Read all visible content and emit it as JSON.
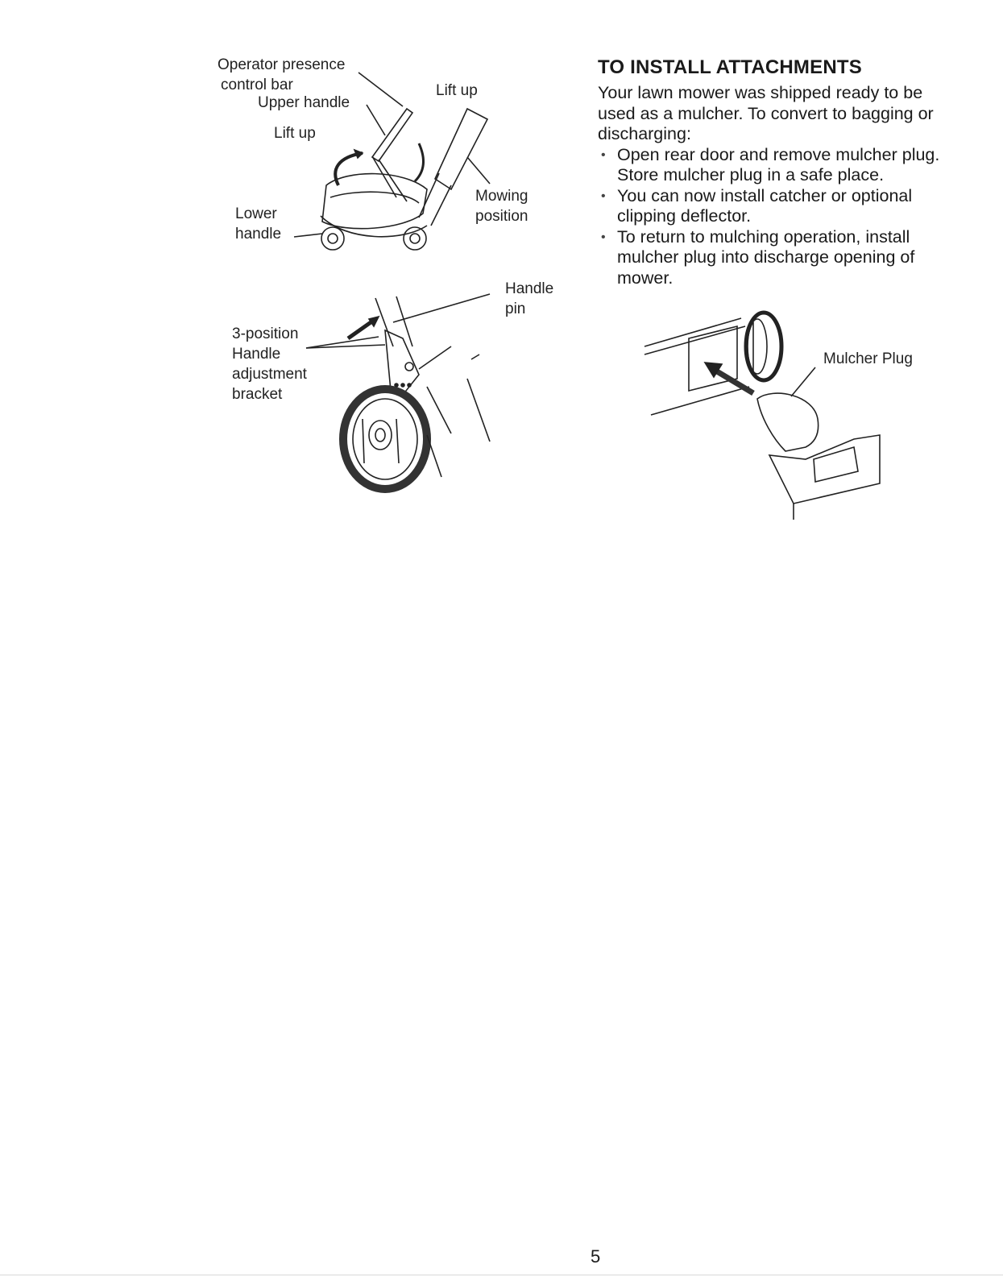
{
  "figure_handle": {
    "labels": {
      "operator_presence": "Operator presence",
      "control_bar": "control bar",
      "upper_handle": "Upper handle",
      "lift_up_left": "Lift up",
      "lift_up_right": "Lift up",
      "lower": "Lower",
      "handle": "handle",
      "mowing": "Mowing",
      "position": "position"
    }
  },
  "figure_bracket": {
    "labels": {
      "handle_pin_1": "Handle",
      "handle_pin_2": "pin",
      "three_position": "3-position",
      "handle": "Handle",
      "adjustment": "adjustment",
      "bracket": "bracket"
    }
  },
  "section": {
    "heading": "TO INSTALL ATTACHMENTS",
    "intro": "Your lawn mower was shipped ready to be used as a mulcher. To convert to bagging or discharging:",
    "bullets": [
      "Open rear door and remove mulcher plug. Store mulcher plug in a safe place.",
      "You can now install catcher or optional clipping deflector.",
      "To return to mulching operation, install mulcher plug into discharge opening of mower."
    ]
  },
  "figure_mulcher": {
    "label": "Mulcher Plug"
  },
  "page_number": "5"
}
